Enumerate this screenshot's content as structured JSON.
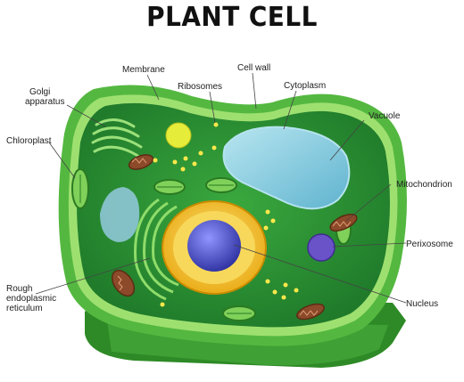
{
  "title": "PLANT CELL",
  "labels": {
    "membrane": "Membrane",
    "cell_wall": "Cell wall",
    "ribosomes": "Ribosomes",
    "cytoplasm": "Cytoplasm",
    "golgi_line1": "Golgi",
    "golgi_line2": "apparatus",
    "vacuole": "Vacuole",
    "chloroplast": "Chloroplast",
    "mitochondrion": "Mitochondrion",
    "perixosome": "Perixosome",
    "rough_er_line1": "Rough",
    "rough_er_line2": "endoplasmic",
    "rough_er_line3": "reticulum",
    "nucleus": "Nucleus"
  },
  "colors": {
    "wall_dark": "#3e9e2c",
    "wall_light": "#8fd45e",
    "cytoplasm": "#2f9a36",
    "vacuole": "#7cc9dc",
    "nucleus_envelope": "#f4c11e",
    "nucleolus": "#4a4fc2",
    "mitochondrion": "#8c4a2a",
    "perixosome": "#6a52c9",
    "ribosome": "#ffe84a",
    "leader_line": "#444444"
  }
}
